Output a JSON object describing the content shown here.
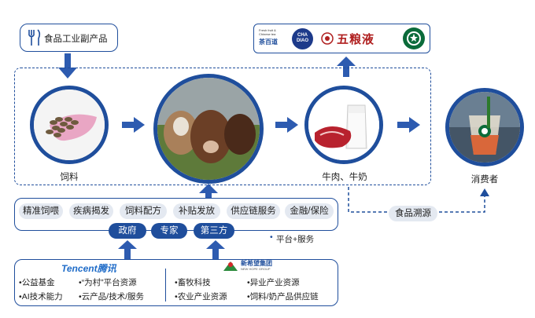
{
  "top_left": {
    "label": "食品工业副产品",
    "icon": "fork-knife-icon"
  },
  "brands": [
    {
      "name": "茶百道",
      "small": "Fresh fruit & Chinese tea"
    },
    {
      "name": "CHA DIAO",
      "badge": "CHA\nDIAO"
    },
    {
      "name": "五粮液"
    },
    {
      "name": "starbucks-logo"
    }
  ],
  "nodes": [
    {
      "label": "饲料"
    },
    {
      "label": ""
    },
    {
      "label": "牛肉、牛奶"
    },
    {
      "label": "消费者"
    }
  ],
  "services": [
    "精准饲喂",
    "疾病揭发",
    "饲料配方",
    "补贴发放",
    "供应链服务",
    "金融/保险"
  ],
  "roles": [
    "政府",
    "专家",
    "第三方"
  ],
  "platform_note": "平台+服务",
  "traceability": "食品溯源",
  "partners": {
    "left": {
      "logo_latin": "Tencent",
      "logo_cn": "腾讯",
      "items": [
        "公益基金",
        "“为村”平台资源",
        "AI技术能力",
        "云产品/技术/服务"
      ]
    },
    "right": {
      "logo_cn": "新希望集团",
      "logo_en": "NEW HOPE GROUP",
      "items": [
        "畜牧科技",
        "异业产业资源",
        "农业产业资源",
        "饲料/奶产品供应链"
      ]
    }
  }
}
